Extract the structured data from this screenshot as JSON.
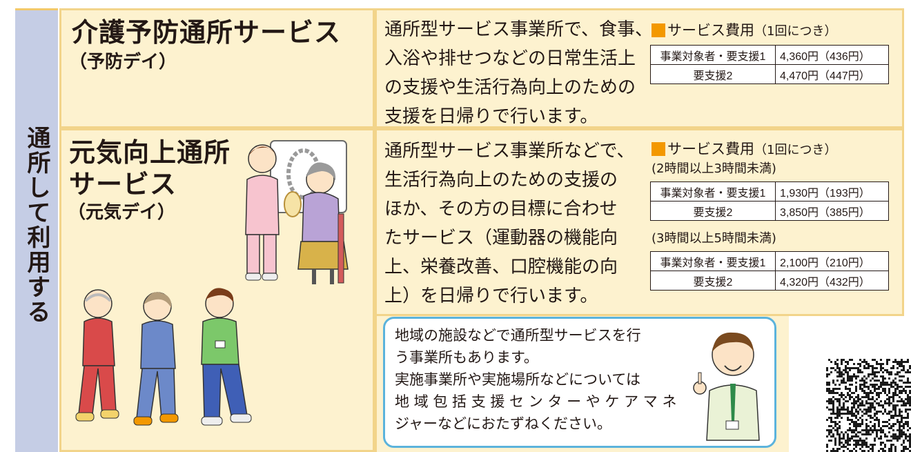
{
  "side_label": "通所して利用する",
  "yobo": {
    "title": "介護予防通所サービス",
    "subtitle": "（予防デイ）",
    "description_lines": [
      "通所型サービス事業所で、食事、",
      "入浴や排せつなどの日常生活上",
      "の支援や生活行為向上のための",
      "支援を日帰りで行います。"
    ],
    "fee_heading": "サービス費用",
    "fee_note": "（1回につき）",
    "fees": [
      {
        "label": "事業対象者・要支援1",
        "value": "4,360円（436円）"
      },
      {
        "label": "要支援2",
        "value": "4,470円（447円）"
      }
    ]
  },
  "genki": {
    "title_line1": "元気向上通所",
    "title_line2": "サービス",
    "subtitle": "（元気デイ）",
    "description_lines": [
      "通所型サービス事業所などで、",
      "生活行為向上のための支援の",
      "ほか、その方の目標に合わせ",
      "たサービス（運動器の機能向",
      "上、栄養改善、口腔機能の向",
      "上）を日帰りで行います。"
    ],
    "fee_heading": "サービス費用",
    "fee_note": "（1回につき）",
    "groups": [
      {
        "condition": "(2時間以上3時間未満)",
        "fees": [
          {
            "label": "事業対象者・要支援1",
            "value": "1,930円（193円）"
          },
          {
            "label": "要支援2",
            "value": "3,850円（385円）"
          }
        ]
      },
      {
        "condition": "(3時間以上5時間未満)",
        "fees": [
          {
            "label": "事業対象者・要支援1",
            "value": "2,100円（210円）"
          },
          {
            "label": "要支援2",
            "value": "4,320円（432円）"
          }
        ]
      }
    ]
  },
  "info": {
    "lines": [
      "地域の施設などで通所型サービスを行",
      "う事業所もあります。",
      "実施事業所や実施場所などについては",
      "地 域 包 括 支 援 セ ン タ ー や ケ ア マ ネ",
      "ジャーなどにおたずねください。"
    ]
  },
  "colors": {
    "cream": "#fdf2cf",
    "cream_border": "#f2d48a",
    "side_blue": "#c5cde5",
    "orange_square": "#f39800",
    "info_border": "#5bb3dc"
  },
  "icons": [
    "caregiver-illustration",
    "running-seniors-illustration",
    "staff-man-illustration",
    "qr-code"
  ]
}
